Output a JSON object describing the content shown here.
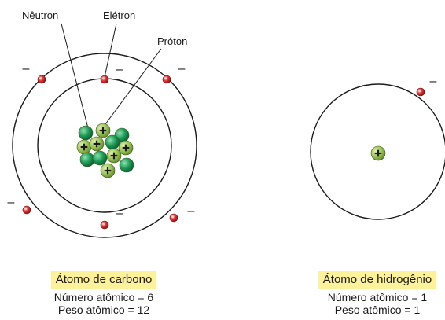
{
  "carbon": {
    "labels": {
      "neutron": "Nêutron",
      "electron": "Elétron",
      "proton": "Próton"
    },
    "title": "Átomo de carbono",
    "atomic_number": "Número atômico = 6",
    "atomic_weight": "Peso atômico = 12"
  },
  "hydrogen": {
    "title": "Átomo de hidrogênio",
    "atomic_number": "Número atômico = 1",
    "atomic_weight": "Peso atômico = 1"
  },
  "symbols": {
    "minus": "–",
    "plus": "+"
  },
  "colors": {
    "proton": "#9cc45a",
    "neutron": "#1a9a56",
    "electron": "#d42a2a",
    "orbit": "#1a1a1a",
    "caption_highlight": "#fdf29a"
  }
}
